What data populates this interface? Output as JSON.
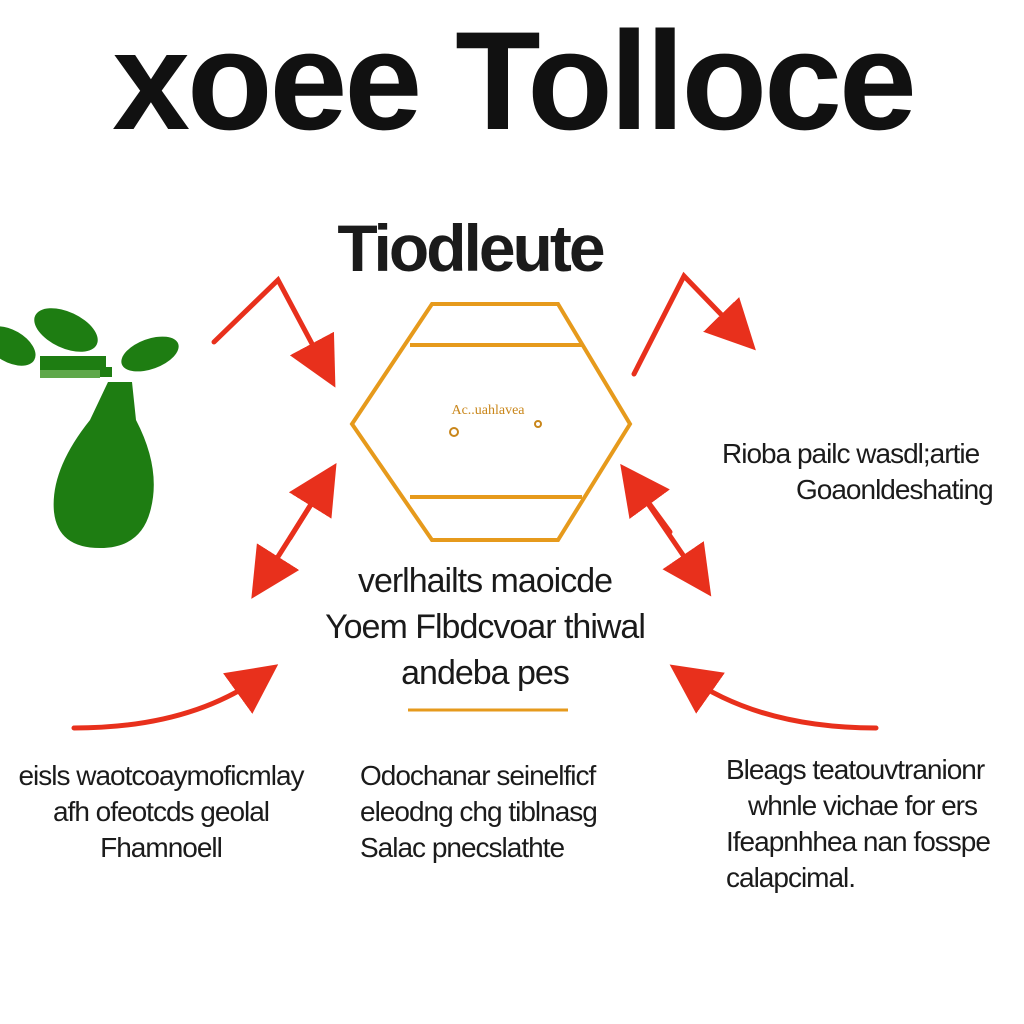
{
  "title": "xoee Tolloce",
  "subtitle": "Tiodleute",
  "hexagon": {
    "label": "Ac..uahlavea"
  },
  "center_text": {
    "lines": [
      "verlhailts maoicde",
      "Yoem Flbdcvoar thiwal",
      "andeba pes"
    ]
  },
  "right_text": {
    "lines": [
      "Rioba pailc wasdl;artie",
      "Goaonldeshating"
    ]
  },
  "bottom_left": {
    "lines": [
      "eisls waotcoaymoficmlay",
      "afh ofeotcds geolal",
      "Fhamnoell"
    ]
  },
  "bottom_middle": {
    "lines": [
      "Odochanar seinelficf",
      "eleodng chg tiblnasg",
      "Salac pnecslathte"
    ]
  },
  "bottom_right": {
    "lines": [
      "Bleags teatouvtranionr",
      "whnle vichae for ers",
      "Ifeapnhhea nan fosspe",
      "calapcimal."
    ]
  },
  "colors": {
    "arrow": "#e8301c",
    "hexagon": "#e69a1c",
    "plant": "#1e7d12",
    "text": "#1b1b1b"
  },
  "icons": {
    "plant": "plant-in-vase-icon",
    "arrows": "red-arrow-icon"
  }
}
